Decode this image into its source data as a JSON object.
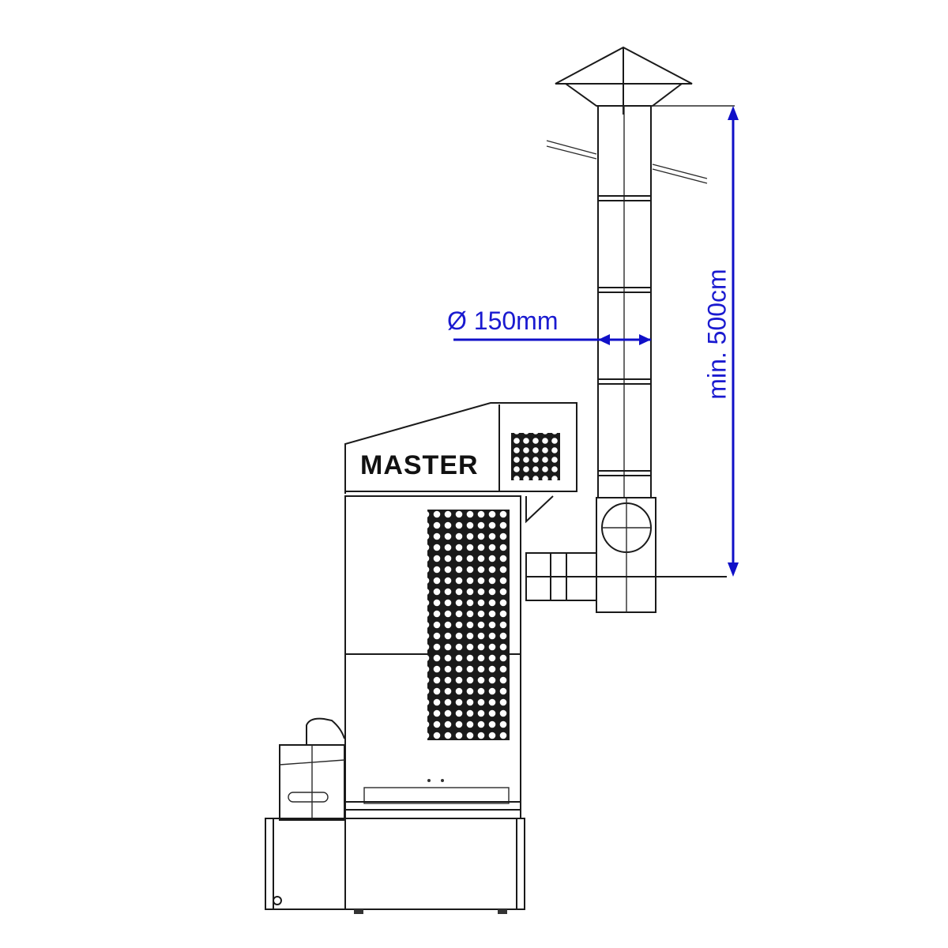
{
  "diagram": {
    "title": "Heater chimney installation diagram",
    "brand_label": "MASTER",
    "dimensions": {
      "diameter_label": "Ø 150mm",
      "height_label": "min. 500cm"
    },
    "parts": [
      "chimney-cap",
      "roof-line",
      "flue-pipe-segments",
      "t-connector-with-inspection",
      "horizontal-connector",
      "heater-body",
      "heater-top-hood",
      "front-grille",
      "side-grille",
      "fuel-tank",
      "base"
    ],
    "colors": {
      "line": "#1a1a1a",
      "dimension": "#1010c8",
      "background": "#ffffff"
    }
  }
}
